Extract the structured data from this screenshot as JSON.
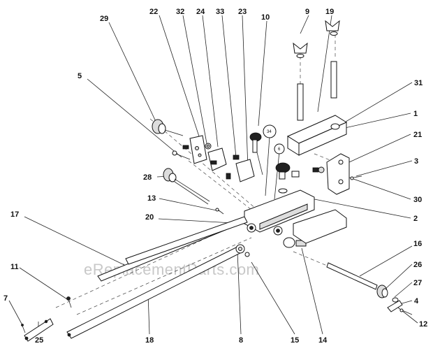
{
  "watermark": "eReplacementParts.com",
  "callouts": [
    {
      "id": "c29",
      "text": "29"
    },
    {
      "id": "c22",
      "text": "22"
    },
    {
      "id": "c32",
      "text": "32"
    },
    {
      "id": "c24",
      "text": "24"
    },
    {
      "id": "c33",
      "text": "33"
    },
    {
      "id": "c23",
      "text": "23"
    },
    {
      "id": "c10",
      "text": "10"
    },
    {
      "id": "c9",
      "text": "9"
    },
    {
      "id": "c19",
      "text": "19"
    },
    {
      "id": "c5",
      "text": "5"
    },
    {
      "id": "c31",
      "text": "31"
    },
    {
      "id": "c1",
      "text": "1"
    },
    {
      "id": "c21",
      "text": "21"
    },
    {
      "id": "c3",
      "text": "3"
    },
    {
      "id": "c34",
      "text": "34"
    },
    {
      "id": "c6",
      "text": "6"
    },
    {
      "id": "c28",
      "text": "28"
    },
    {
      "id": "c30",
      "text": "30"
    },
    {
      "id": "c13",
      "text": "13"
    },
    {
      "id": "c2",
      "text": "2"
    },
    {
      "id": "c17",
      "text": "17"
    },
    {
      "id": "c20",
      "text": "20"
    },
    {
      "id": "c16",
      "text": "16"
    },
    {
      "id": "c11",
      "text": "11"
    },
    {
      "id": "c26",
      "text": "26"
    },
    {
      "id": "c27",
      "text": "27"
    },
    {
      "id": "c7",
      "text": "7"
    },
    {
      "id": "c4",
      "text": "4"
    },
    {
      "id": "c12",
      "text": "12"
    },
    {
      "id": "c8",
      "text": "8"
    },
    {
      "id": "c15",
      "text": "15"
    },
    {
      "id": "c14",
      "text": "14"
    },
    {
      "id": "c18",
      "text": "18"
    },
    {
      "id": "c25",
      "text": "25"
    }
  ]
}
